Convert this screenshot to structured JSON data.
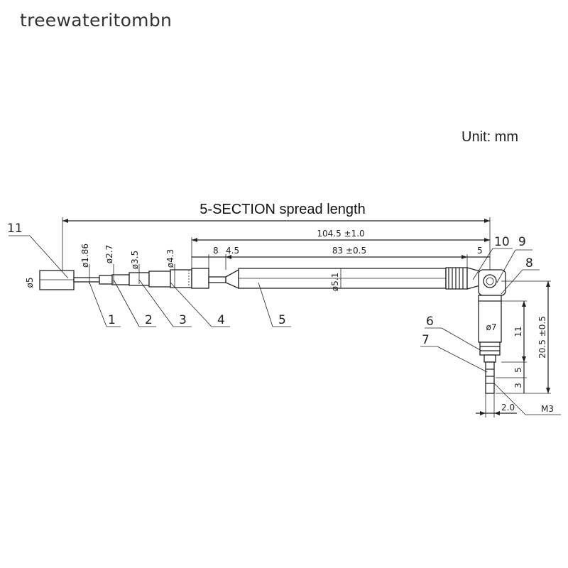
{
  "watermark": "treewateritombn",
  "unit_label": "Unit: mm",
  "title": "5-SECTION spread length",
  "dimensions": {
    "d_5": "ø5",
    "d_186": "ø1.86",
    "d_27": "ø2.7",
    "d_35": "ø3.5",
    "d_43": "ø4.3",
    "d_51": "ø5.1",
    "d_7": "ø7",
    "len_1045": "104.5 ±1.0",
    "len_8": "8",
    "len_45": "4.5",
    "len_83": "83 ±0.5",
    "len_5_top": "5",
    "len_11": "11",
    "len_205": "20.5 ±0.5",
    "len_5_side": "5",
    "len_3": "3",
    "len_20": "2.0",
    "thread": "M3"
  },
  "callouts": [
    "1",
    "2",
    "3",
    "4",
    "5",
    "6",
    "7",
    "8",
    "9",
    "10",
    "11"
  ]
}
